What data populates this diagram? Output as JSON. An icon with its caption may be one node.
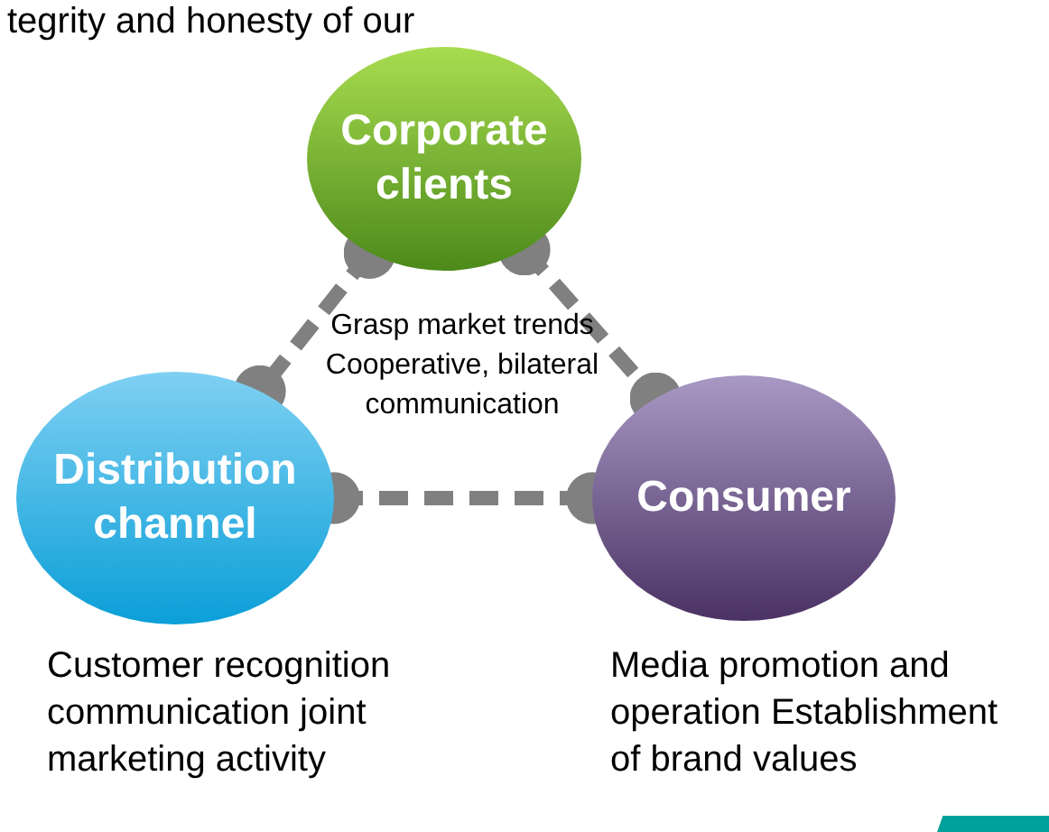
{
  "diagram": {
    "nodes": [
      {
        "text": [
          "Corporate clients"
        ]
      },
      {
        "text": [
          "Distribution channel"
        ],
        "beside": [
          "Customer recognition communication joint marketing activity"
        ]
      },
      {
        "text": [
          "Consumer"
        ],
        "beside": [
          "Media promotion and operation Establishment of brand values"
        ]
      }
    ],
    "edges": [
      {
        "from": 0,
        "to": 1,
        "arrow": "other",
        "style": "dashed"
      },
      {
        "from": 0,
        "to": 2,
        "arrow": "other",
        "style": "dashed"
      },
      {
        "from": 1,
        "to": 2,
        "arrow": "other",
        "style": "dashed"
      }
    ],
    "labels": [
      "tegrity and honesty of our",
      "Grasp market trends Cooperative, bilateral communication"
    ]
  }
}
